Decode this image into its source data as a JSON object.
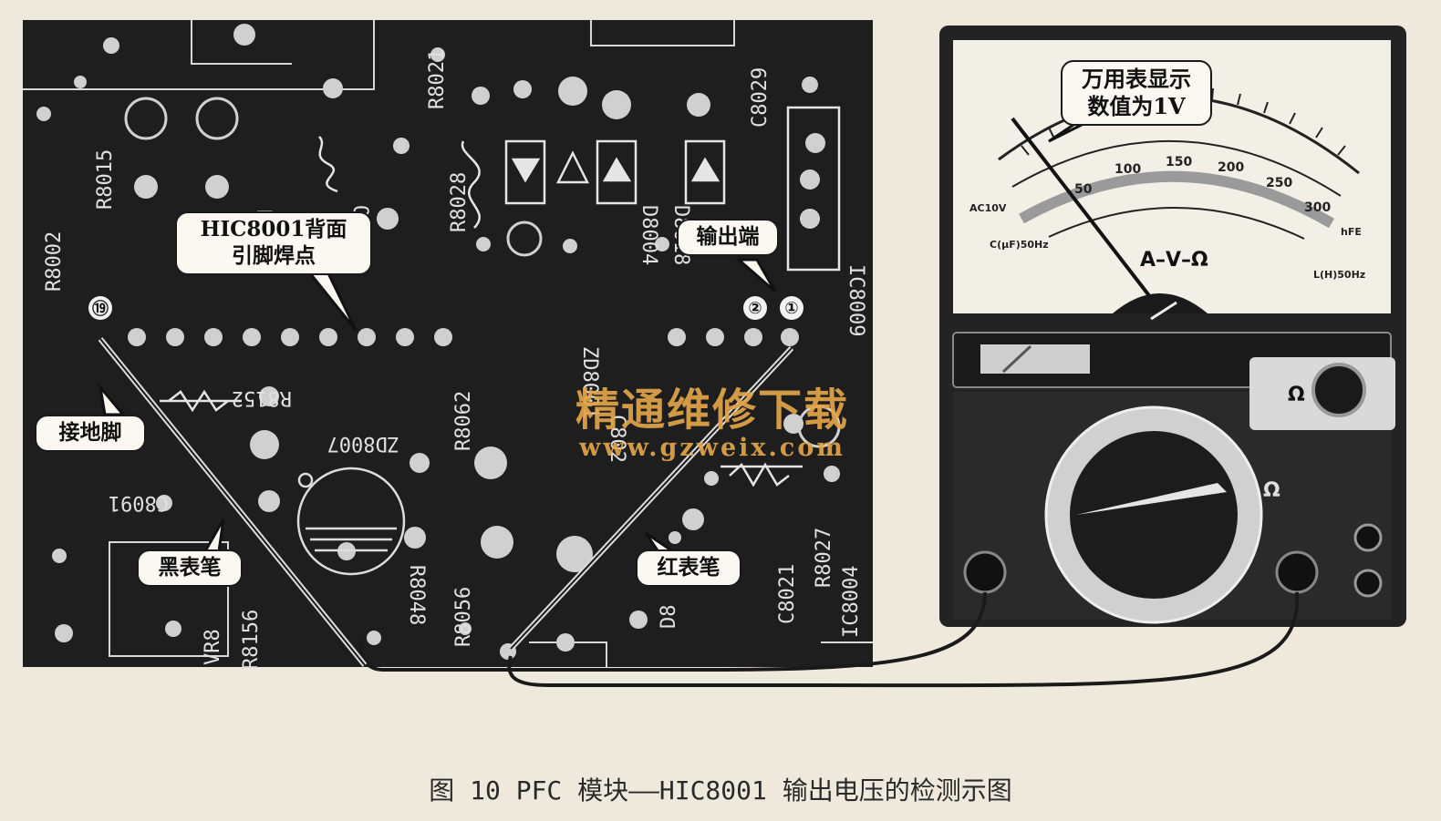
{
  "callouts": {
    "meter_reading": [
      "万用表显示",
      "数值为1V"
    ],
    "solder_points": [
      "HIC8001背面",
      "引脚焊点"
    ],
    "output_terminal": "输出端",
    "ground_pin": "接地脚",
    "black_probe": "黑表笔",
    "red_probe": "红表笔"
  },
  "pin_numbers": [
    "⑲",
    "②",
    "①"
  ],
  "board_labels": [
    "R8015",
    "R8019",
    "R8021",
    "R8028",
    "Q8003",
    "D8004",
    "D8018",
    "C8029",
    "IC8009",
    "ZD8001",
    "R8002",
    "R8152",
    "ZD8007",
    "R8062",
    "C8091",
    "R8048",
    "R8056",
    "C8021",
    "R8027",
    "IC8004",
    "VR8",
    "R8156",
    "C802",
    "D8"
  ],
  "meter": {
    "face_label": "A–V–Ω",
    "scale_numbers": [
      "50",
      "100",
      "150",
      "200",
      "250",
      "300"
    ],
    "small_labels": [
      "AC10V",
      "C(μF)50Hz",
      "L(H)50Hz",
      "hFE"
    ],
    "ohm_symbol": "Ω"
  },
  "watermark": {
    "title": "精通维修下载",
    "url": "www.gzweix.com"
  },
  "caption": "图 10 PFC 模块——HIC8001 输出电压的检测示图"
}
